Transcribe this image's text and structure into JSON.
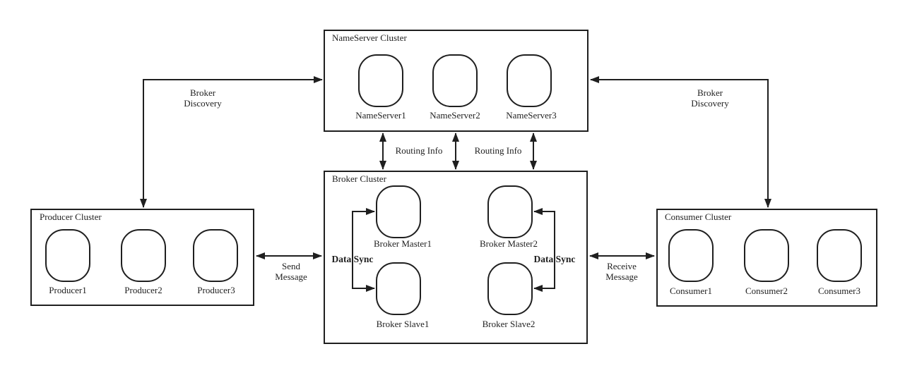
{
  "colors": {
    "line": "#1f1f1f",
    "background": "#ffffff",
    "text": "#1f1f1f"
  },
  "clusters": {
    "nameserver": {
      "title": "NameServer Cluster",
      "nodes": [
        "NameServer1",
        "NameServer2",
        "NameServer3"
      ]
    },
    "broker": {
      "title": "Broker Cluster",
      "nodes": [
        "Broker Master1",
        "Broker Master2",
        "Broker Slave1",
        "Broker Slave2"
      ]
    },
    "producer": {
      "title": "Producer Cluster",
      "nodes": [
        "Producer1",
        "Producer2",
        "Producer3"
      ]
    },
    "consumer": {
      "title": "Consumer Cluster",
      "nodes": [
        "Consumer1",
        "Consumer2",
        "Consumer3"
      ]
    }
  },
  "edge_labels": {
    "broker_discovery_left": {
      "line1": "Broker",
      "line2": "Discovery"
    },
    "broker_discovery_right": {
      "line1": "Broker",
      "line2": "Discovery"
    },
    "routing_info_left": "Routing Info",
    "routing_info_right": "Routing Info",
    "send_message": {
      "line1": "Send",
      "line2": "Message"
    },
    "receive_message": {
      "line1": "Receive",
      "line2": "Message"
    },
    "data_sync_left": "Data Sync",
    "data_sync_right": "Data Sync"
  }
}
